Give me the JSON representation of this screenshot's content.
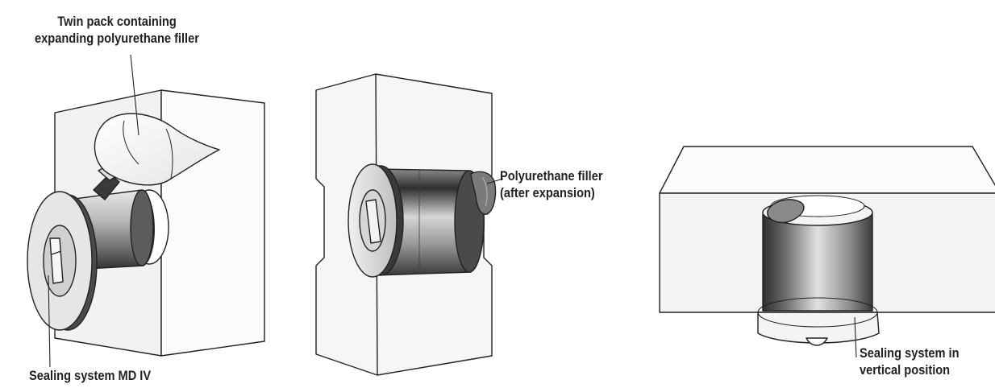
{
  "labels": {
    "twin_pack": {
      "line1": "Twin pack containing",
      "line2": "expanding polyurethane filler"
    },
    "polyurethane_filler": {
      "line1": "Polyurethane filler",
      "line2": "(after expansion)"
    },
    "sealing_md4": {
      "line1": "Sealing system MD IV"
    },
    "sealing_vertical": {
      "line1": "Sealing system in",
      "line2": "vertical position"
    }
  },
  "colors": {
    "outline": "#222222",
    "wall": "#f4f4f4",
    "cylinder_dark": "#3a3a3a",
    "cylinder_light": "#d8d8d8"
  }
}
